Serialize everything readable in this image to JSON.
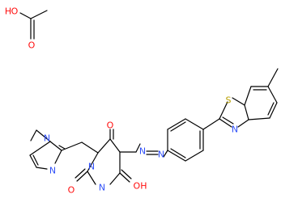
{
  "colors": {
    "bond": "#000000",
    "oxygen": "#ff0d0d",
    "nitrogen": "#3050f8",
    "sulfur": "#b8a000",
    "background": "#ffffff"
  },
  "atoms": {
    "acetic_acid_o_top": "O",
    "acetic_acid_h_prefix": "H",
    "acetic_acid_o_bottom": "O",
    "imidazole_n_methyl": "N",
    "imidazole_n_ring": "N",
    "barbiturate_n1": "N",
    "barbiturate_n3": "N",
    "barbiturate_o_top": "O",
    "barbiturate_o_left": "O",
    "barbiturate_oh": "OH",
    "azo_n1": "N",
    "azo_n2": "N",
    "benzothiazole_s": "S",
    "benzothiazole_n": "N"
  }
}
